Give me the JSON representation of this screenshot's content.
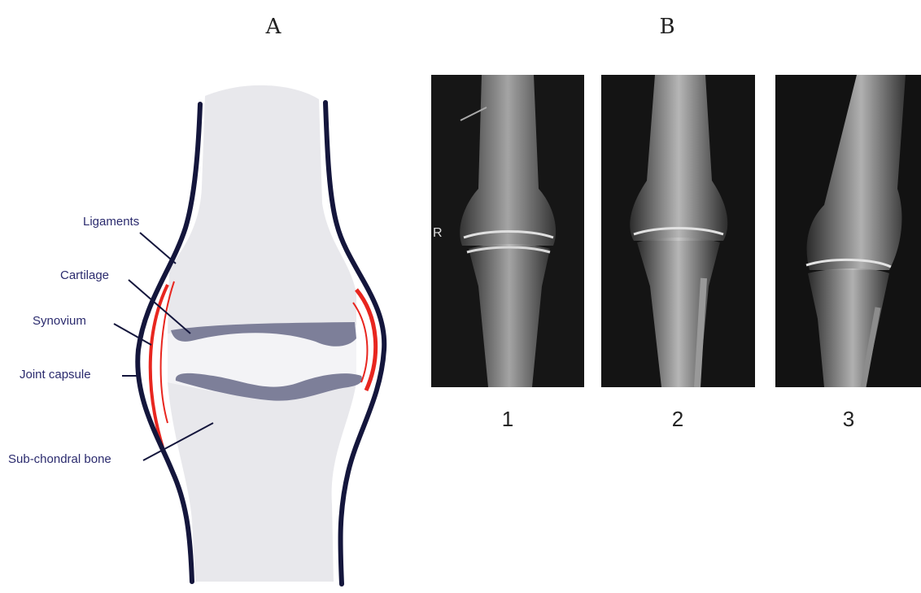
{
  "panels": {
    "a": {
      "letter": "A"
    },
    "b": {
      "letter": "B"
    }
  },
  "diagram_labels": {
    "ligaments": "Ligaments",
    "cartilage": "Cartilage",
    "synovium": "Synovium",
    "joint_capsule": "Joint capsule",
    "subchondral_bone": "Sub-chondral bone"
  },
  "xrays": [
    {
      "number": "1",
      "marker": "R"
    },
    {
      "number": "2",
      "marker": ""
    },
    {
      "number": "3",
      "marker": ""
    }
  ],
  "colors": {
    "bone": "#e8e8ec",
    "capsule_outline": "#14163c",
    "cartilage": "#7d7f99",
    "synovium": "#e8261f",
    "label_text": "#2b2b6e"
  }
}
